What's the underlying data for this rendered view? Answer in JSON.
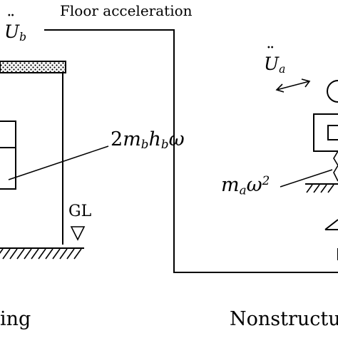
{
  "labels": {
    "floor_acceleration": "Floor acceleration",
    "building_accel_symbol": "U",
    "building_accel_subscript": "b",
    "building_term_coef": "2",
    "building_term_m": "m",
    "building_term_m_sub": "b",
    "building_term_h": "h",
    "building_term_h_sub": "b",
    "building_term_omega": "ω",
    "ground_level": "GL",
    "nonstructural_accel_symbol": "U",
    "nonstructural_accel_subscript": "a",
    "nonstructural_term_m": "m",
    "nonstructural_term_m_sub": "a",
    "nonstructural_term_omega": "ω",
    "nonstructural_term_exp": "2",
    "caption_left": "ing",
    "caption_right": "Nonstructu"
  }
}
